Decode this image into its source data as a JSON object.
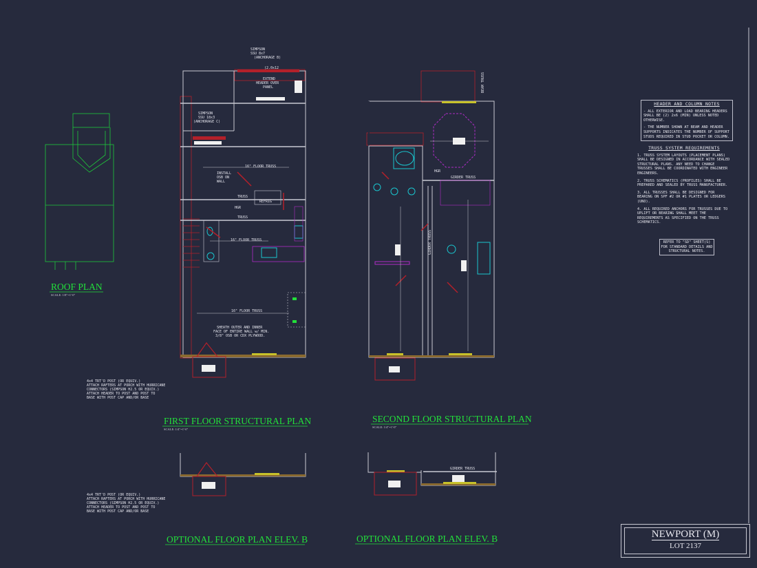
{
  "colors": {
    "background": "#262a3d",
    "wall": "#c9c9d3",
    "header": "#b3202a",
    "title": "#22e03a",
    "fixture": "#19c6cf",
    "cabinet": "#b02cc7",
    "roof": "#1fc93a",
    "beam": "#c8c22a"
  },
  "roof_plan": {
    "title": "ROOF PLAN",
    "scale": "SCALE: 1/8\"=1'-0\""
  },
  "first_floor": {
    "title": "FIRST FLOOR STRUCTURAL PLAN",
    "scale": "SCALE: 1/4\"=1'-0\"",
    "labels": {
      "simpson_b": [
        "SIMPSON",
        "SSU 8x7",
        "(ANCHORAGE B)"
      ],
      "header_size": "(2.0x12",
      "extend_header": [
        "EXTEND",
        "HEADER OVER",
        "PANEL"
      ],
      "simpson_c": [
        "SIMPSON",
        "SSU 18x3",
        "(ANCHORAGE C)"
      ],
      "floor_truss": "16\" FLOOR TRUSS",
      "install_osb": [
        "INSTALL",
        "OSB ON",
        "WALL"
      ],
      "truss": "TRUSS",
      "refrig": "REFRIG",
      "hgr": "HGR",
      "sheath": [
        "SHEATH OUTER AND INNER",
        "FACE OF ENTIRE WALL w/ MIN.",
        "3/8\" OSB OR CDX PLYWOOD."
      ]
    },
    "post_note": [
      "4x4 TRT'D POST (OR EQUIV.)",
      "ATTACH RAFTERS AT PORCH WITH HURRICANE",
      "CONNECTORS (SIMPSON H2.5 OR EQUIV.)",
      "ATTACH HEADER TO POST AND POST TO",
      "BASE WITH POST CAP AND/OR BASE"
    ]
  },
  "second_floor": {
    "title": "SECOND FLOOR STRUCTURAL PLAN",
    "scale": "SCALE: 1/4\"=1'-0\"",
    "labels": {
      "girder_truss": "GIRDER TRUSS",
      "hgr": "HGR",
      "beam_label": "BEAM TRUSS"
    }
  },
  "optional_a": {
    "title": "OPTIONAL FLOOR PLAN ELEV. B",
    "post_note": [
      "4x4 TRT'D POST (OR EQUIV.)",
      "ATTACH RAFTERS AT PORCH WITH HURRICANE",
      "CONNECTORS (SIMPSON H2.5 OR EQUIV.)",
      "ATTACH HEADER TO POST AND POST TO",
      "BASE WITH POST CAP AND/OR BASE"
    ]
  },
  "optional_b": {
    "title": "OPTIONAL FLOOR PLAN ELEV. B",
    "girder_truss": "GIRDER TRUSS"
  },
  "notes": {
    "header_title": "HEADER AND COLUMN NOTES",
    "header_items": [
      "- ALL EXTERIOR AND LOAD BEARING HEADERS SHALL BE (2) 2x6 (MIN) UNLESS NOTED OTHERWISE.",
      "- THE NUMBER SHOWN AT BEAM AND HEADER SUPPORTS INDICATES THE NUMBER OF SUPPORT STUDS REQUIRED IN STUD POCKET OR COLUMN."
    ],
    "truss_title": "TRUSS SYSTEM REQUIREMENTS",
    "truss_items": [
      "1. TRUSS SYSTEM LAYOUTS (PLACEMENT PLANS) SHALL BE DESIGNED IN ACCORDANCE WITH SEALED STRUCTURAL PLANS. ANY NEED TO CHANGE TRUSSES SHALL BE COORDINATED WITH ENGINEER ENGINEERS.",
      "2. TRUSS SCHEMATICS (PROFILES) SHALL BE PREPARED AND SEALED BY TRUSS MANUFACTURER.",
      "3. ALL TRUSSES SHALL BE DESIGNED FOR BEARING ON SPF #2 OR #1 PLATES OR LEDGERS (UNO).",
      "4. ALL REQUIRED ANCHORS FOR TRUSSES DUE TO UPLIFT OR BEARING SHALL MEET THE REQUIREMENTS AS SPECIFIED ON THE TRUSS SCHEMATICS."
    ],
    "refer": "REFER TO \"SD\" SHEET(S) FOR STANDARD DETAILS AND STRUCTURAL NOTES."
  },
  "title_block": {
    "name": "NEWPORT (M)",
    "lot": "LOT 2137"
  }
}
